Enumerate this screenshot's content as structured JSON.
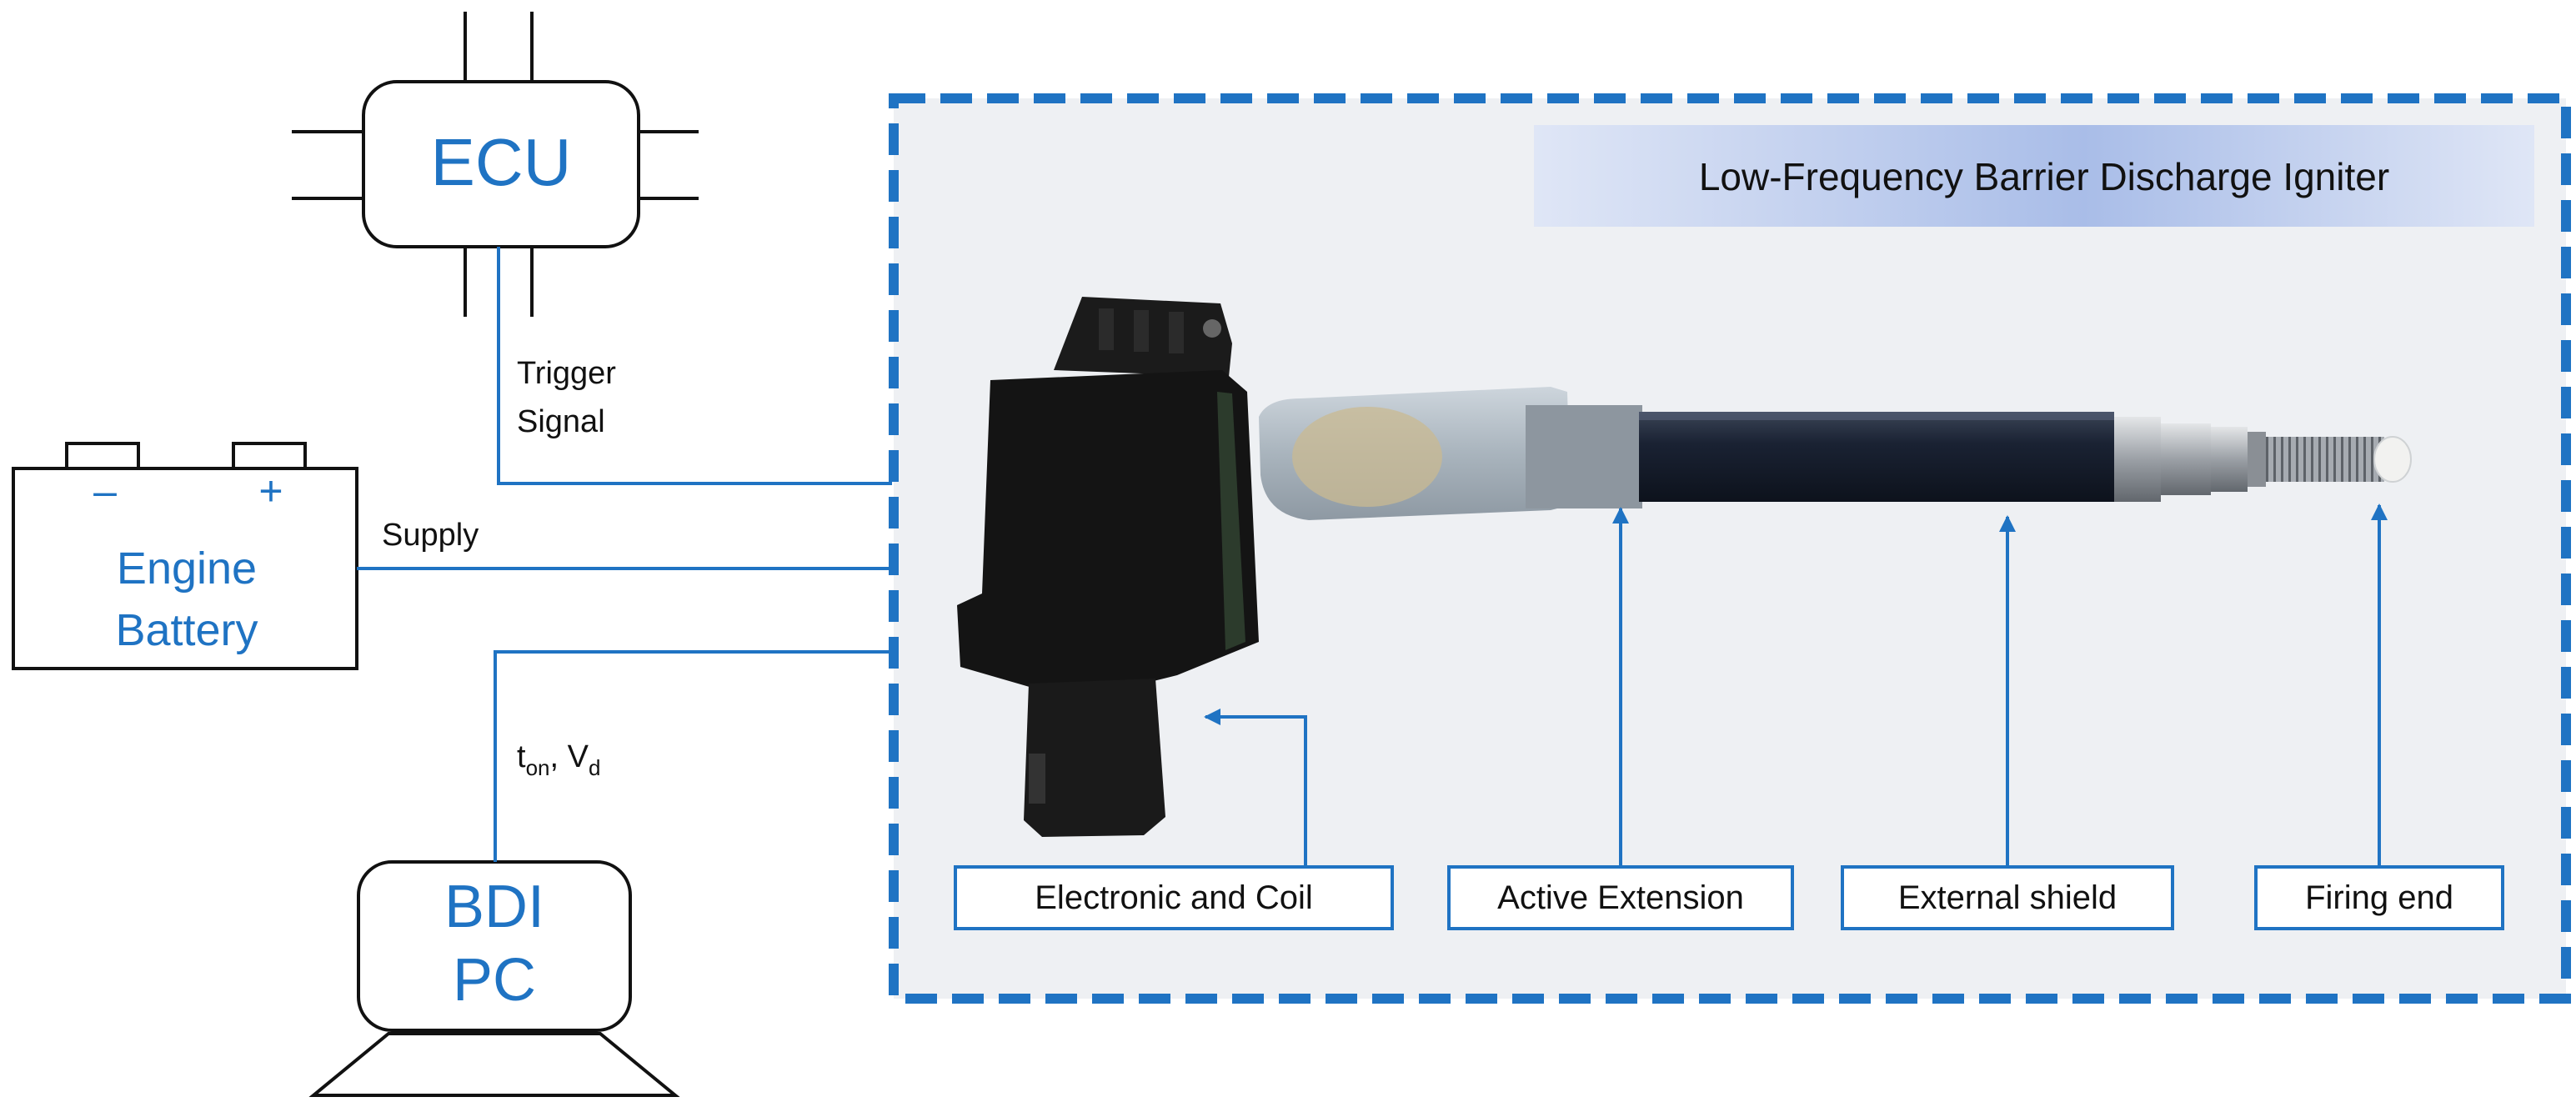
{
  "colors": {
    "accent": "#1f73c3",
    "line": "#1f73c3",
    "box_stroke": "#111111",
    "photo_bg": "#eef0f3",
    "title_band": "#c9d5ee"
  },
  "ecu": {
    "label": "ECU"
  },
  "battery": {
    "label_line1": "Engine",
    "label_line2": "Battery",
    "minus": "–",
    "plus": "+"
  },
  "bdi_pc": {
    "label_line1": "BDI",
    "label_line2": "PC"
  },
  "signals": {
    "trigger_line1": "Trigger",
    "trigger_line2": "Signal",
    "supply": "Supply",
    "ton_main": "t",
    "ton_sub": "on",
    "sep": ", V",
    "vd_sub": "d"
  },
  "igniter": {
    "title": "Low-Frequency Barrier Discharge Igniter",
    "callouts": [
      "Electronic and Coil",
      "Active Extension",
      "External shield",
      "Firing end"
    ]
  }
}
